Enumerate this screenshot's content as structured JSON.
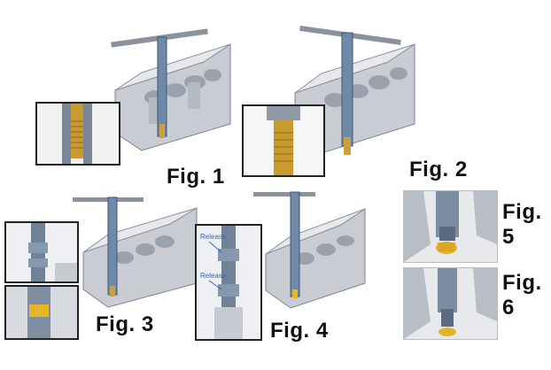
{
  "figures": {
    "fig1": "Fig. 1",
    "fig2": "Fig. 2",
    "fig3": "Fig. 3",
    "fig4": "Fig. 4",
    "fig5": "Fig. 5",
    "fig6": "Fig. 6"
  },
  "callouts": {
    "release_top": "Release",
    "release_bottom": "Release"
  }
}
